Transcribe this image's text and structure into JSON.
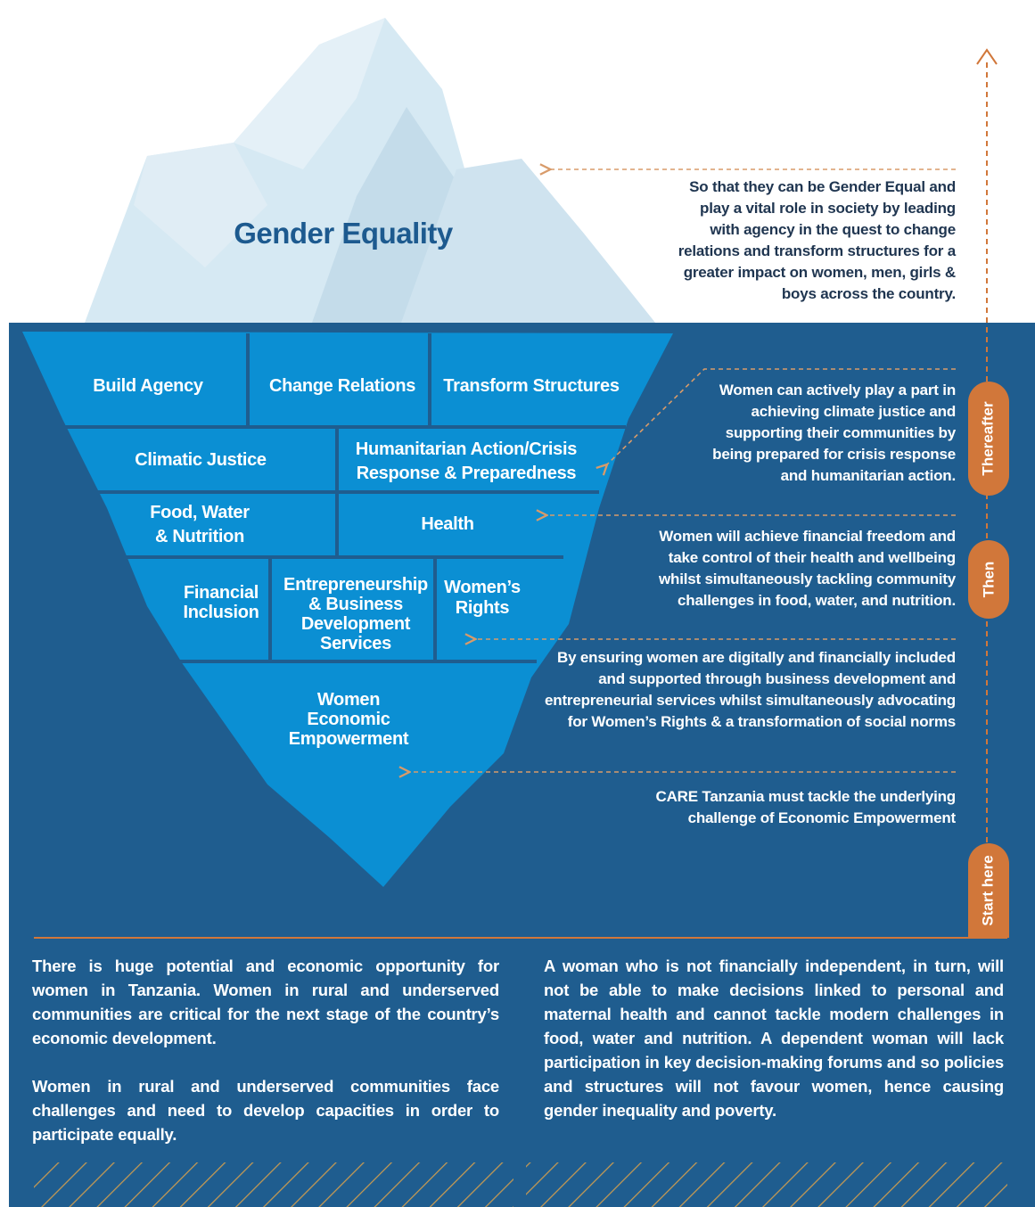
{
  "title": "Gender Equality",
  "blocks": {
    "build_agency": "Build Agency",
    "change_relations": "Change Relations",
    "transform_structures": "Transform Structures",
    "climatic_justice": "Climatic Justice",
    "humanitarian_line1": "Humanitarian Action/Crisis",
    "humanitarian_line2": "Response & Preparedness",
    "food_line1": "Food, Water",
    "food_line2": "& Nutrition",
    "health": "Health",
    "financial_line1": "Financial",
    "financial_line2": "Inclusion",
    "entre_line1": "Entrepreneurship",
    "entre_line2": "& Business",
    "entre_line3": "Development",
    "entre_line4": "Services",
    "womens_line1": "Women’s",
    "womens_line2": "Rights",
    "wee_line1": "Women",
    "wee_line2": "Economic",
    "wee_line3": "Empowerment"
  },
  "notes": {
    "top": "So that they can be Gender Equal and play a vital role in society by leading with agency in the quest to change relations and transform structures for a greater impact on women, men, girls & boys across the country.",
    "thereafter": "Women can actively play a part in achieving climate justice and supporting their communities by being prepared for crisis response and humanitarian action.",
    "then": "Women will achieve financial freedom and take control of their health and wellbeing whilst simultaneously tackling community challenges in food, water, and nutrition.",
    "ensuring": "By ensuring women are digitally and financially included and supported through business development and entrepreneurial services whilst simultaneously advocating for Women’s Rights & a transformation of social norms",
    "start": "CARE Tanzania must tackle the underlying challenge of Economic Empowerment"
  },
  "stages": {
    "thereafter": "Thereafter",
    "then": "Then",
    "start": "Start here"
  },
  "paragraphs": {
    "left_1": "There is huge potential and economic opportunity for women in Tanzania.  Women in rural and underserved communities are critical for the next stage of the country’s economic development.",
    "left_2": "Women in rural and underserved communities face challenges and need to develop capacities in order to participate equally.",
    "right_1": "A woman who is not financially independent, in turn, will not be able to make decisions linked to personal and maternal health and cannot tackle modern challenges in food, water and nutrition. A dependent woman will lack participation in key decision-making forums and so policies and structures will not favour women, hence causing gender inequality and poverty."
  },
  "colors": {
    "ocean": "#1f5d8f",
    "block": "#0b8fd3",
    "block_border": "#1f5d8f",
    "ice_light": "#d6e9f3",
    "ice_mid": "#c4dcea",
    "accent_orange": "#d1773a",
    "title_blue": "#1d5a8f"
  }
}
